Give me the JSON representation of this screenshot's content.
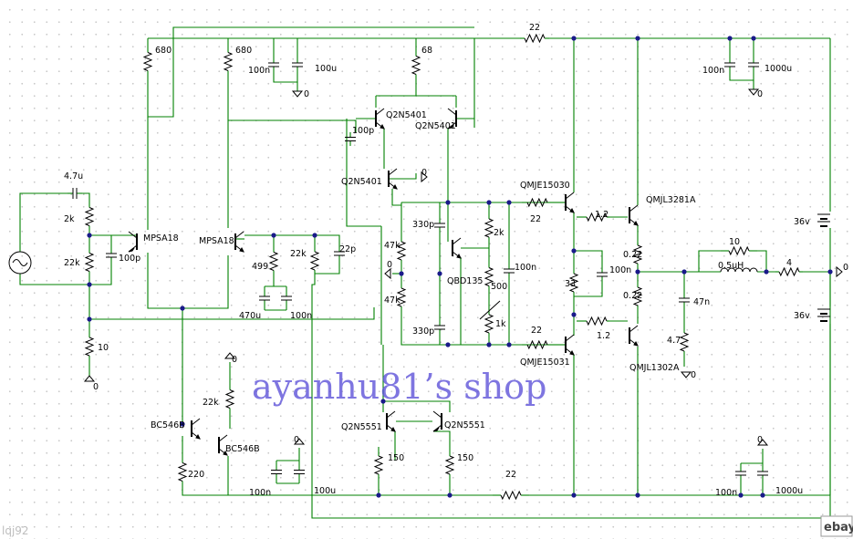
{
  "labels": {
    "r680a": "680",
    "r680b": "680",
    "c100n_top": "100n",
    "c100u_top": "100u",
    "gnd0_a": "0",
    "r68": "68",
    "q5401_a": "Q2N5401",
    "q5401_b": "Q2N5401",
    "c100p_vas": "100p",
    "q5401_c": "Q2N5401",
    "gnd0_b": "0",
    "r22_top": "22",
    "c100n_rt": "100n",
    "c1000u_rt": "1000u",
    "gnd0_c": "0",
    "c47u": "4.7u",
    "r2k_in": "2k",
    "r22k_in": "22k",
    "c100p_in": "100p",
    "q_mpsa18_a": "MPSA18",
    "q_mpsa18_b": "MPSA18",
    "r499": "499",
    "r22k_fb": "22k",
    "c22p": "22p",
    "c470u": "470u",
    "c100n_fb": "100n",
    "r10_in": "10",
    "gnd0_d": "0",
    "qmje15030": "QMJE15030",
    "r22_drv_a": "22",
    "r12_a": "1.2",
    "qmjl3281": "QMJL3281A",
    "c330p_a": "330p",
    "r47k_a": "47k",
    "r2k_bias": "2k",
    "qbd135": "QBD135",
    "r500": "500",
    "c100n_bias": "100n",
    "gnd0_e": "0",
    "r47k_b": "47k",
    "r1k": "1k",
    "c330p_b": "330p",
    "r33": "33",
    "c100n_drv": "100n",
    "r022_a": "0.22",
    "r022_b": "0.22",
    "c47n": "47n",
    "r47": "4.7",
    "r22_drv_b": "22",
    "r12_b": "1.2",
    "qmje15031": "QMJE15031",
    "qmjl1302": "QMJL1302A",
    "gnd0_f": "0",
    "r10_out": "10",
    "l05uh": "0.5uH",
    "r4": "4",
    "gnd0_out": "0",
    "v36_a": "36v",
    "v36_b": "36v",
    "gnd0_g": "0",
    "r22k_cs": "22k",
    "q_bc546_a": "BC546B",
    "q_bc546_b": "BC546B",
    "r220": "220",
    "c100n_bl": "100n",
    "c100u_bl": "100u",
    "gnd0_h": "0",
    "q5551_a": "Q2N5551",
    "q5551_b": "Q2N5551",
    "r150_a": "150",
    "r150_b": "150",
    "r22_bot": "22",
    "c100n_br": "100n",
    "c1000u_br": "1000u",
    "gnd0_i": "0"
  },
  "watermark": "ayanhu81’s shop",
  "corner_text": "lqj92",
  "ebay_text": "ebay",
  "colors": {
    "wire": "#008000",
    "part": "#000000",
    "watermark": "#5a4fd8"
  }
}
